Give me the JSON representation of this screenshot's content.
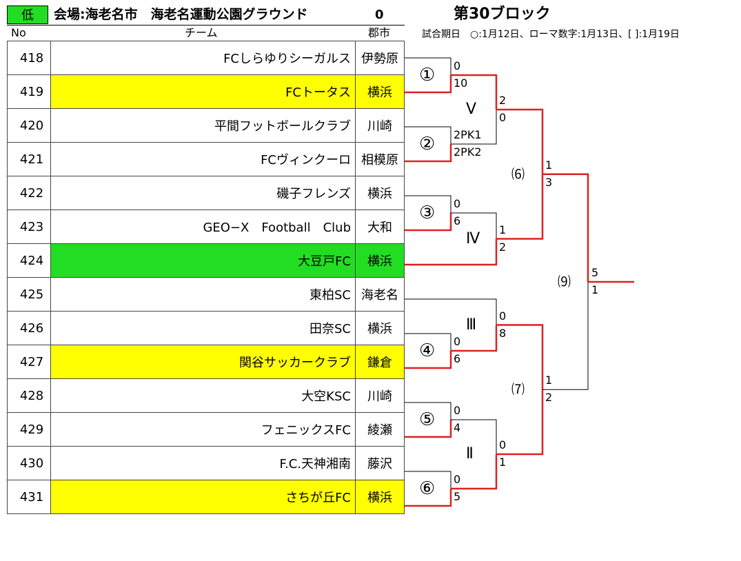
{
  "header": {
    "level": "低",
    "venue": "会場:海老名市　海老名運動公園グラウンド",
    "zero": "0",
    "block_title": "第30ブロック",
    "col_no": "No",
    "col_team": "チーム",
    "col_city": "郡市",
    "schedule": "試合期日　○:1月12日、ローマ数字:1月13日、[ ]:1月19日"
  },
  "teams": [
    {
      "no": "418",
      "name": "FCしらゆりシーガルス",
      "city": "伊勢原",
      "highlight": ""
    },
    {
      "no": "419",
      "name": "FCトータス",
      "city": "横浜",
      "highlight": "yellow"
    },
    {
      "no": "420",
      "name": "平間フットボールクラブ",
      "city": "川崎",
      "highlight": ""
    },
    {
      "no": "421",
      "name": "FCヴィンクーロ",
      "city": "相模原",
      "highlight": ""
    },
    {
      "no": "422",
      "name": "磯子フレンズ",
      "city": "横浜",
      "highlight": ""
    },
    {
      "no": "423",
      "name": "GEO−X　Football　Club",
      "city": "大和",
      "highlight": ""
    },
    {
      "no": "424",
      "name": "大豆戸FC",
      "city": "横浜",
      "highlight": "green"
    },
    {
      "no": "425",
      "name": "東柏SC",
      "city": "海老名",
      "highlight": ""
    },
    {
      "no": "426",
      "name": "田奈SC",
      "city": "横浜",
      "highlight": ""
    },
    {
      "no": "427",
      "name": "関谷サッカークラブ",
      "city": "鎌倉",
      "highlight": "yellow"
    },
    {
      "no": "428",
      "name": "大空KSC",
      "city": "川崎",
      "highlight": ""
    },
    {
      "no": "429",
      "name": "フェニックスFC",
      "city": "綾瀬",
      "highlight": ""
    },
    {
      "no": "430",
      "name": "F.C.天神湘南",
      "city": "藤沢",
      "highlight": ""
    },
    {
      "no": "431",
      "name": "さちが丘FC",
      "city": "横浜",
      "highlight": "yellow"
    }
  ],
  "bracket": {
    "colors": {
      "win": "#e02020",
      "line": "#000000"
    },
    "round1": [
      {
        "label": "①",
        "top_score": "0",
        "bottom_score": "10"
      },
      {
        "label": "②",
        "top_score": "2PK1",
        "bottom_score": "2PK2"
      },
      {
        "label": "③",
        "top_score": "0",
        "bottom_score": "6"
      },
      {
        "label": "④",
        "top_score": "0",
        "bottom_score": "6"
      },
      {
        "label": "⑤",
        "top_score": "0",
        "bottom_score": "4"
      },
      {
        "label": "⑥",
        "top_score": "0",
        "bottom_score": "5"
      }
    ],
    "round2": [
      {
        "label": "Ⅴ",
        "top_score": "2",
        "bottom_score": "0"
      },
      {
        "label": "Ⅳ",
        "top_score": "1",
        "bottom_score": "2"
      },
      {
        "label": "Ⅲ",
        "top_score": "0",
        "bottom_score": "8"
      },
      {
        "label": "Ⅱ",
        "top_score": "0",
        "bottom_score": "1"
      }
    ],
    "round3": [
      {
        "label": "⑹",
        "top_score": "1",
        "bottom_score": "3"
      },
      {
        "label": "⑺",
        "top_score": "1",
        "bottom_score": "2"
      }
    ],
    "final": {
      "label": "⑼",
      "top_score": "5",
      "bottom_score": "1"
    }
  }
}
